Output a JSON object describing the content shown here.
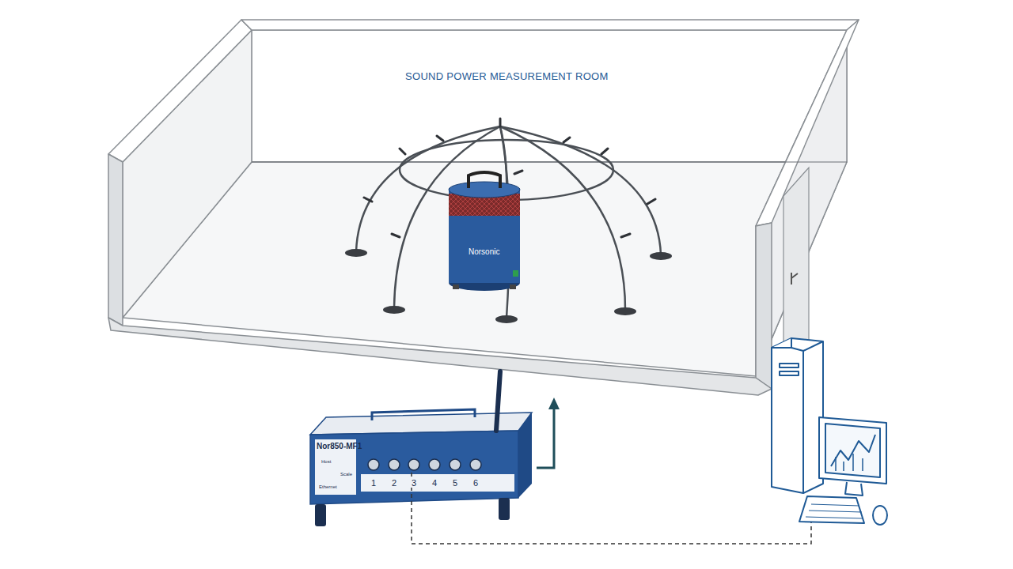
{
  "diagram": {
    "title": "SOUND POWER MEASUREMENT ROOM",
    "nodes": [
      {
        "text": [
          "Nor850-MF1"
        ]
      }
    ],
    "labels": [
      "Norsonic",
      "Host",
      "Ethernet",
      "Scale",
      "1",
      "2",
      "3",
      "4",
      "5",
      "6"
    ]
  }
}
